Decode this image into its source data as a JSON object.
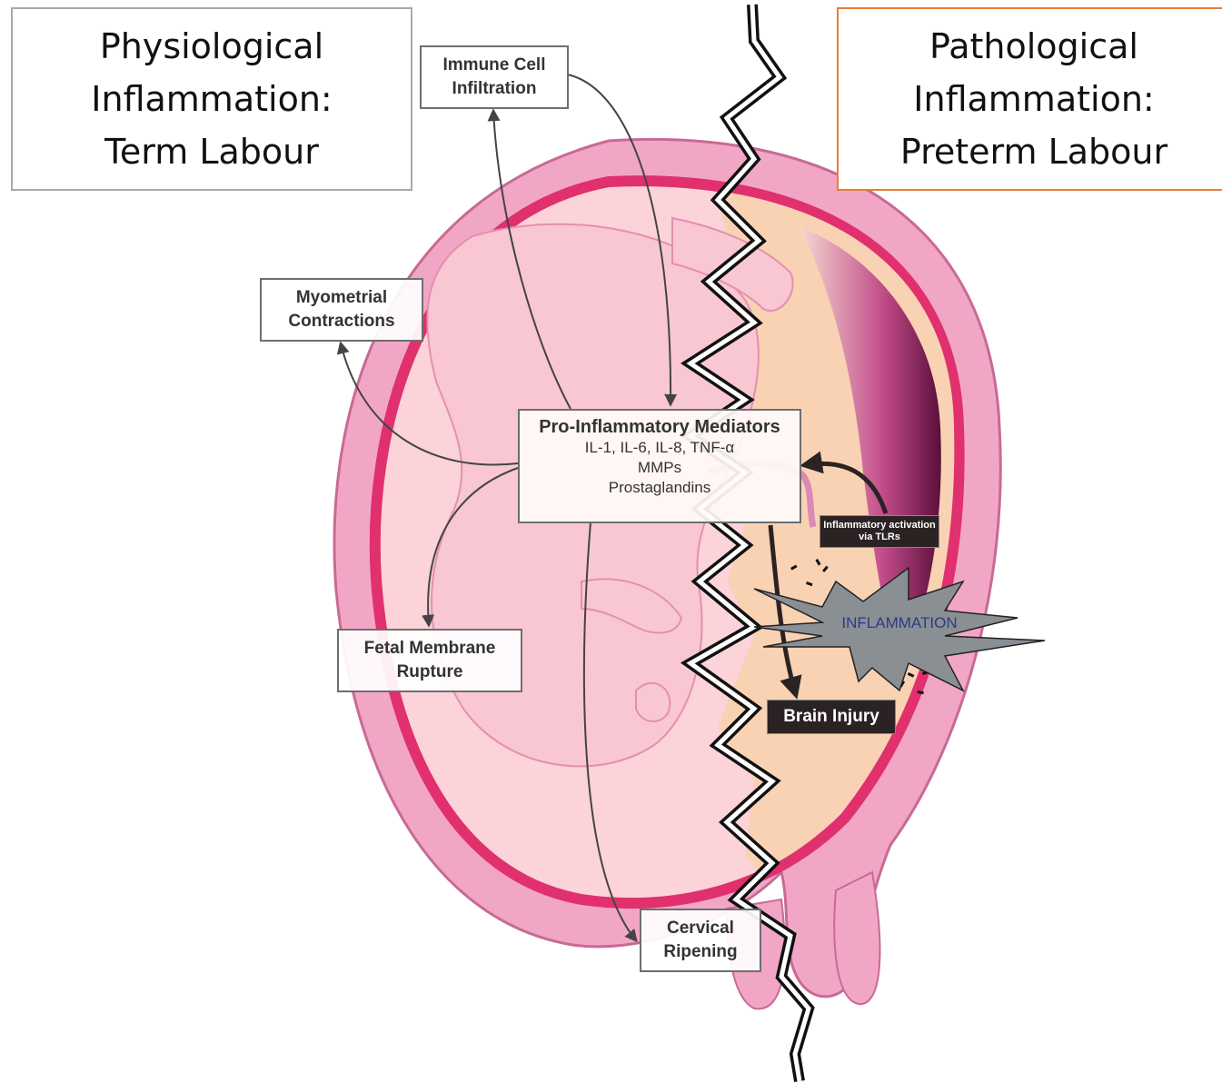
{
  "header_left": "Physiological\nInflammation:\nTerm Labour",
  "header_right": "Pathological\nInflammation:\nPreterm Labour",
  "labels": {
    "immune": "Immune Cell\nInfiltration",
    "myometrial": "Myometrial\nContractions",
    "membrane": "Fetal Membrane\nRupture",
    "cervical": "Cervical\nRipening"
  },
  "mediators": {
    "title": "Pro-Inflammatory Mediators",
    "lines": [
      "IL-1, IL-6, IL-8, TNF-α",
      "MMPs",
      "Prostaglandins"
    ]
  },
  "tlr_label": "Inflammatory activation\nvia TLRs",
  "brain_injury": "Brain Injury",
  "inflammation": "INFLAMMATION",
  "colors": {
    "uterus_outer": "#f2a6c6",
    "uterus_rim": "#e0306e",
    "amniotic": "#fbd3d8",
    "fluid_right": "#f9d2b4",
    "header_right_border": "#ed7d31",
    "header_left_border": "#a9a9a9",
    "starburst": "#8a8f94"
  }
}
